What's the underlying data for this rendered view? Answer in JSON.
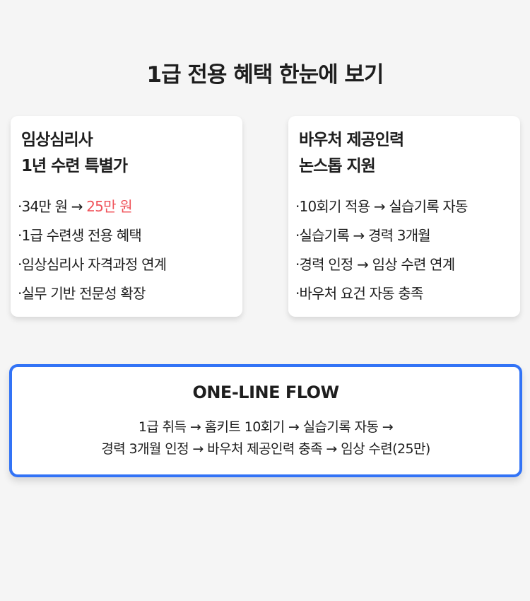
{
  "title": "1급 전용 혜택 한눈에 보기",
  "cards": [
    {
      "heading_line1": "임상심리사",
      "heading_line2": "1년 수련 특별가",
      "price_old": "·34만 원 → ",
      "price_new": "25만 원",
      "items": [
        "·1급 수련생 전용 혜택",
        "·임상심리사 자격과정 연계",
        "·실무 기반 전문성 확장"
      ]
    },
    {
      "heading_line1": "바우처 제공인력",
      "heading_line2": "논스톱 지원",
      "items": [
        "·10회기 적용 → 실습기록 자동",
        "·실습기록 → 경력 3개월",
        "·경력 인정 → 임상 수련 연계",
        "·바우처 요건 자동 충족"
      ]
    }
  ],
  "flow": {
    "title": "ONE-LINE FLOW",
    "line1": "1급 취득 → 홈키트 10회기 → 실습기록 자동 →",
    "line2": "경력 3개월 인정 → 바우처 제공인력 충족 → 임상 수련(25만)"
  },
  "colors": {
    "accent": "#3273f6",
    "highlight": "#f0535a"
  }
}
